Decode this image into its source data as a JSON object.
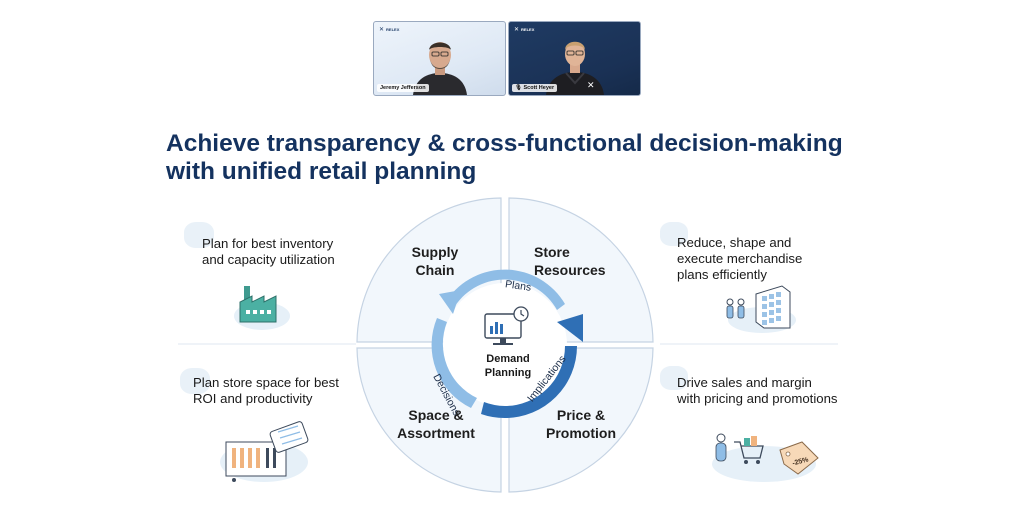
{
  "video_call": {
    "participants": [
      {
        "name": "Jeremy Jefferson",
        "brand": "RELEX"
      },
      {
        "name": "Scott Heyer",
        "brand": "RELEX"
      }
    ]
  },
  "slide": {
    "title_line1": "Achieve transparency & cross-functional decision-making",
    "title_line2": "with unified retail planning",
    "center": {
      "line1": "Demand",
      "line2": "Planning"
    },
    "quadrants": {
      "top_left": {
        "line1": "Supply",
        "line2": "Chain"
      },
      "top_right": {
        "line1": "Store",
        "line2": "Resources"
      },
      "bottom_left": {
        "line1": "Space &",
        "line2": "Assortment"
      },
      "bottom_right": {
        "line1": "Price &",
        "line2": "Promotion"
      }
    },
    "arrow_labels": {
      "plans": "Plans",
      "decisions": "Decisions",
      "implications": "Implications"
    },
    "side_items": {
      "top_left": {
        "line1": "Plan for best inventory",
        "line2": "and capacity utilization",
        "icon": "factory-icon"
      },
      "top_right": {
        "line1": "Reduce, shape and",
        "line2": "execute merchandise",
        "line3": "plans efficiently",
        "icon": "staff-building-icon"
      },
      "bottom_left": {
        "line1": "Plan store space for best",
        "line2": "ROI and productivity",
        "icon": "store-layout-icon"
      },
      "bottom_right": {
        "line1": "Drive sales and margin",
        "line2": "with pricing and promotions",
        "icon": "shopping-cart-tag-icon",
        "tag_text": "-25%"
      }
    },
    "colors": {
      "title": "#14325f",
      "arrow_light": "#8fbde6",
      "arrow_dark": "#2f6fb5",
      "quadrant_fill": "#f2f7fc",
      "quadrant_stroke": "#c5d3e3"
    }
  }
}
